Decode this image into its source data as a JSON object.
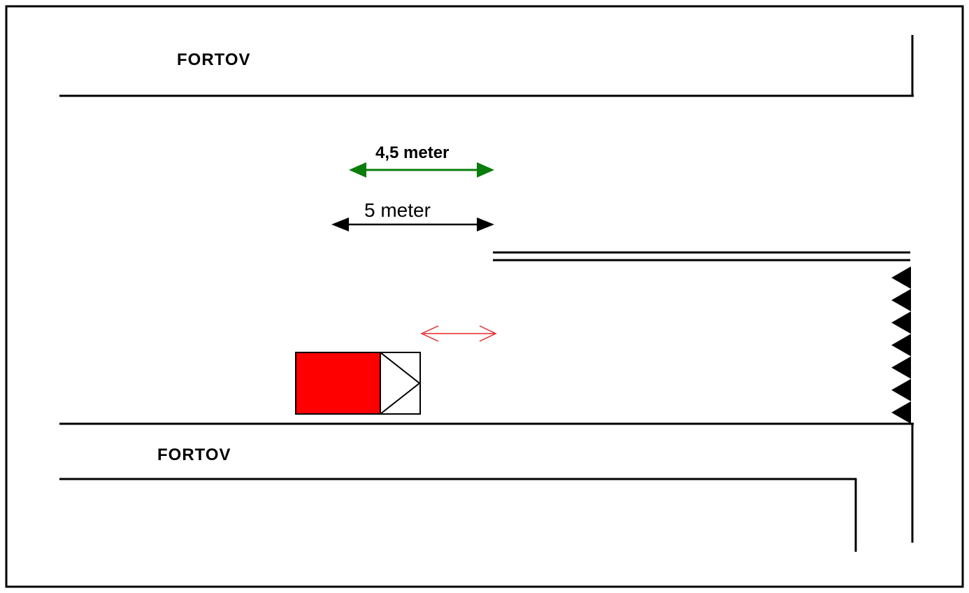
{
  "labels": {
    "fortov_top": "FORTOV",
    "fortov_bottom": "FORTOV",
    "dim_green": "4,5 meter",
    "dim_black": "5 meter"
  },
  "colors": {
    "background": "#ffffff",
    "line": "#000000",
    "vehicle_red": "#ff0000",
    "dim_green": "#0a7d0a",
    "dim_red": "#e8262a"
  },
  "triangle_markers": {
    "count": 7
  }
}
